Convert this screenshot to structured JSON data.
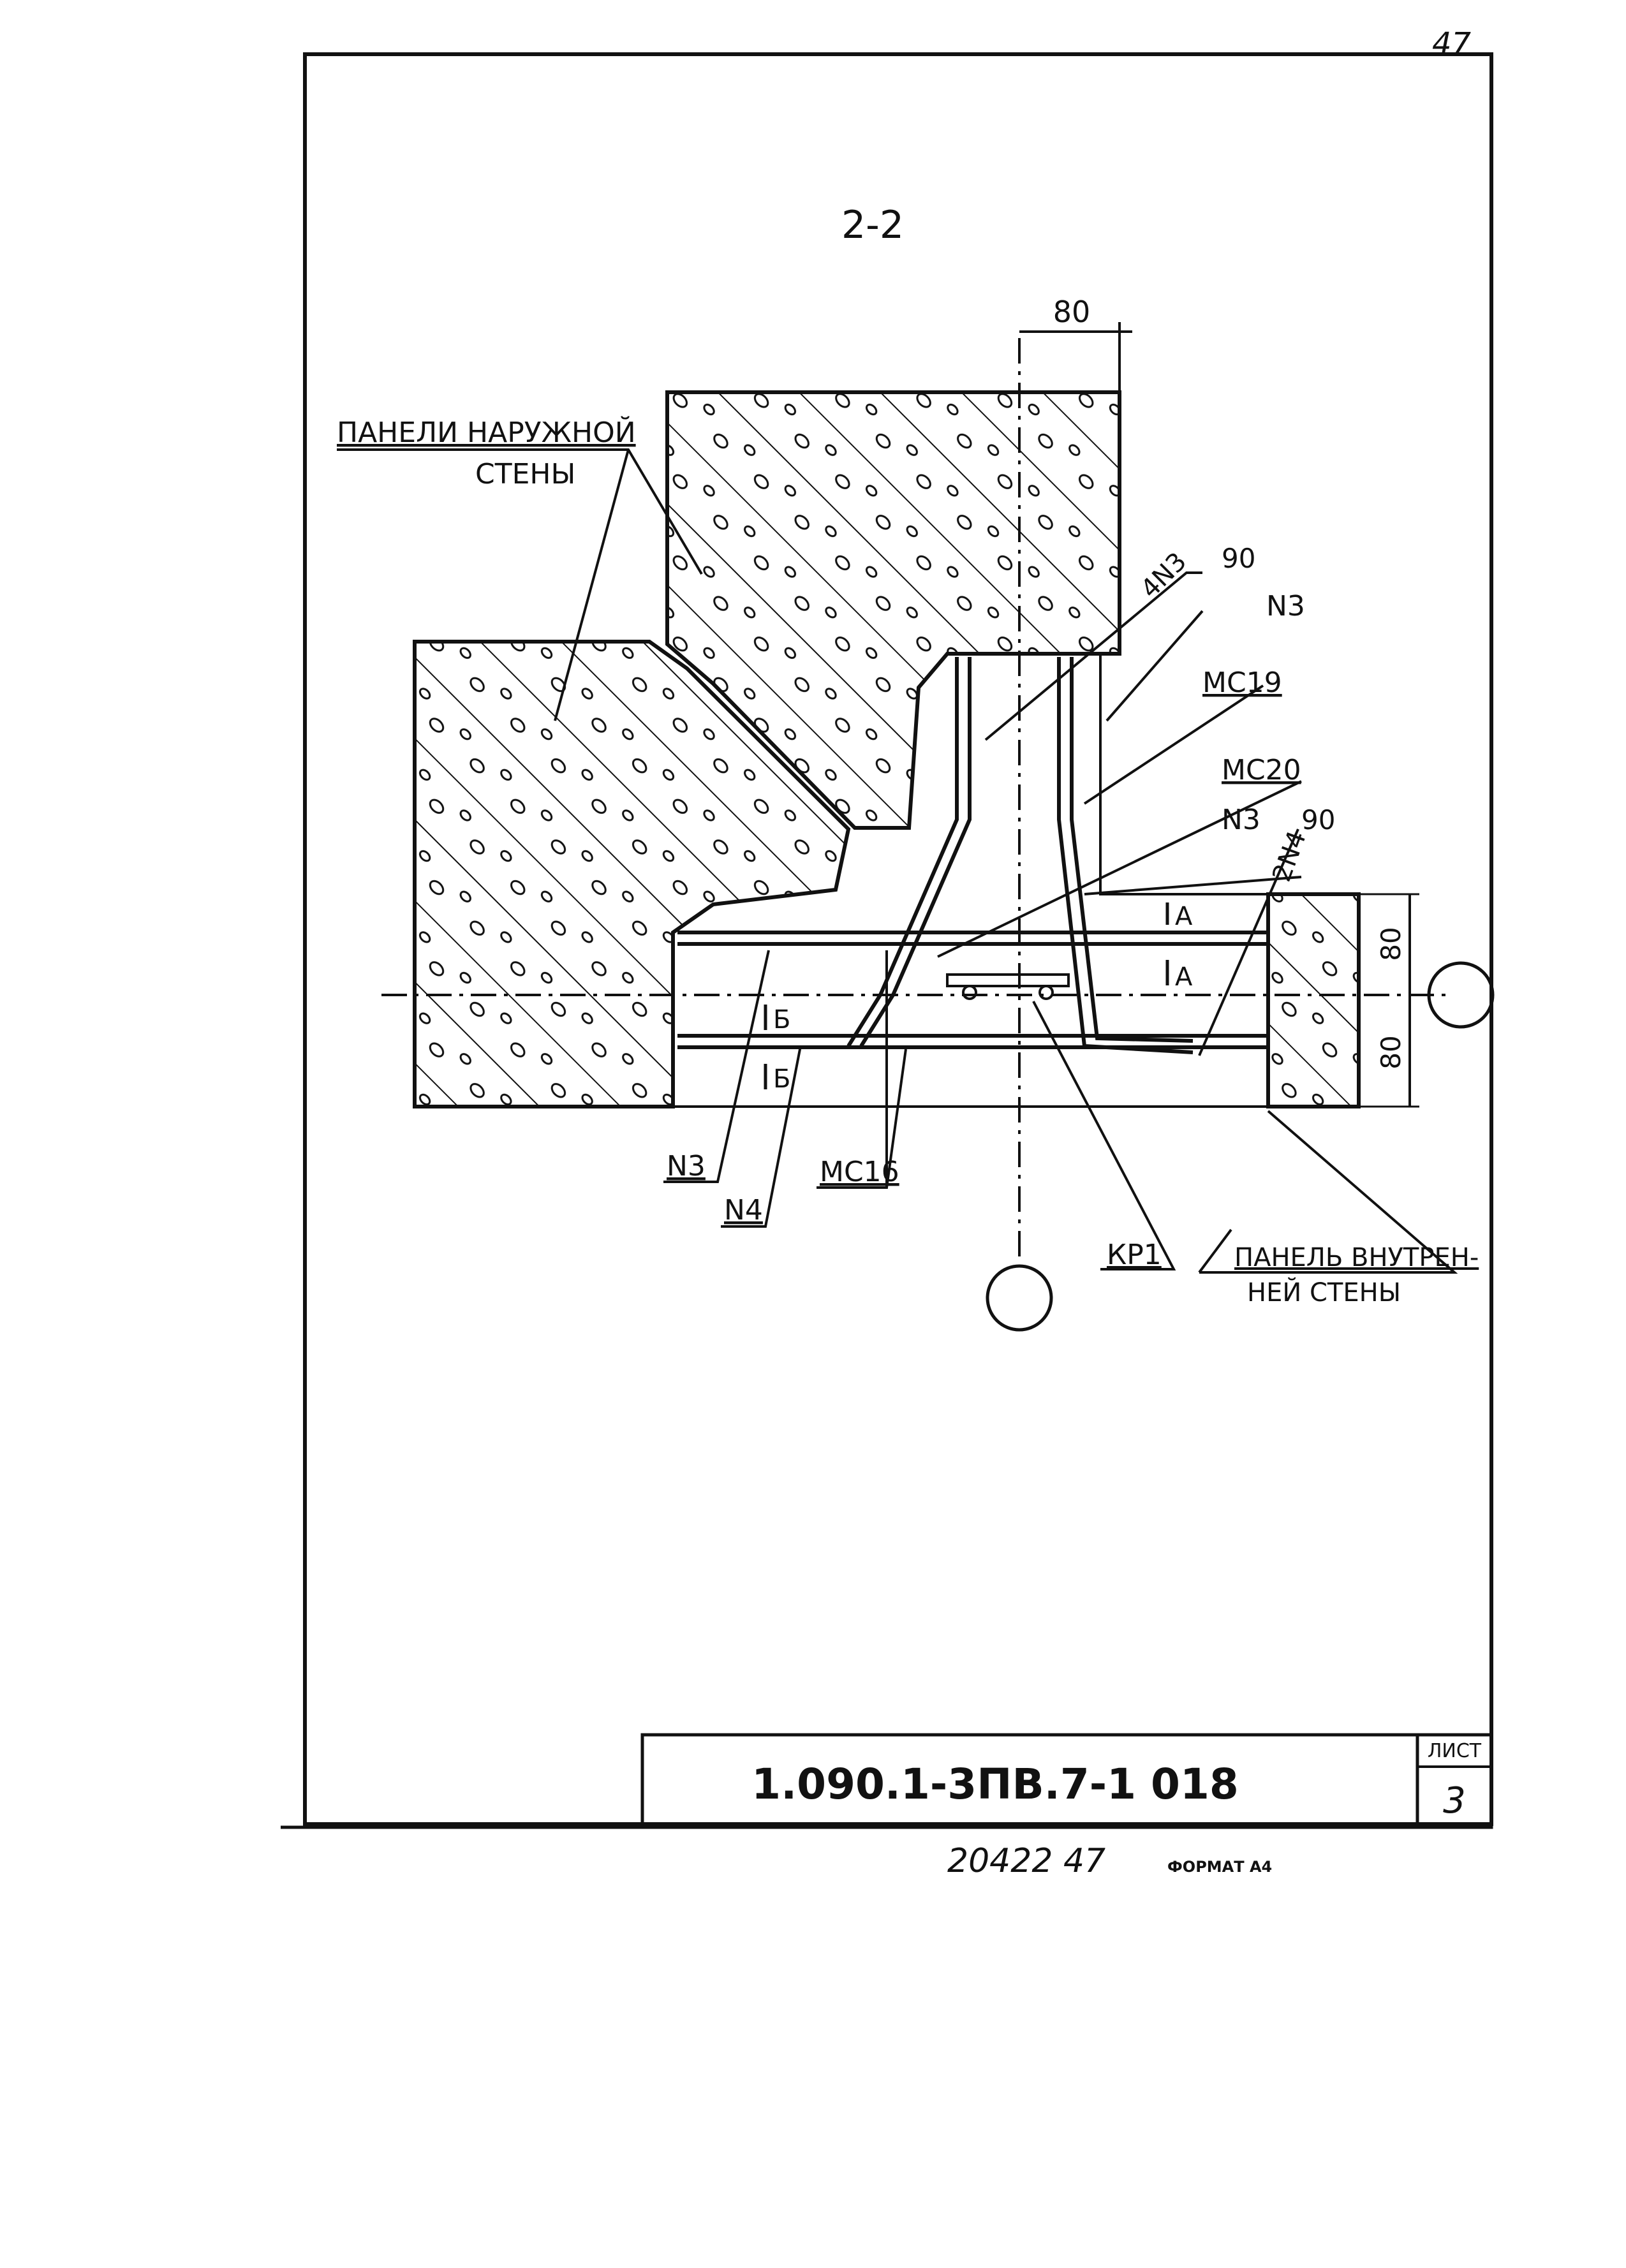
{
  "sheet": {
    "corner_number": "47",
    "section_title": "2-2",
    "code": "1.090.1-3ПВ.7-1    018",
    "sheet_label": "ЛИСТ",
    "sheet_number": "3",
    "archive_number": "20422   47",
    "format_label": "ФОРМАТ А4"
  },
  "labels": {
    "outer_panel_line1": "ПАНЕЛИ НАРУЖНОЙ",
    "outer_panel_line2": "СТЕНЫ",
    "inner_panel_line1": "ПАНЕЛЬ ВНУТРЕН-",
    "inner_panel_line2": "НЕЙ СТЕНЫ",
    "n3_top": "N3",
    "n3_mid": "N3",
    "n3_bottom": "N3",
    "n4_bottom": "N4",
    "n4_diag": "2N4",
    "n3_diag": "4N3",
    "mc19": "МС19",
    "mc20": "МС20",
    "mc16": "МС16",
    "kr1": "КР1",
    "dim_top": "80",
    "dim_right_top": "80",
    "dim_right_bottom": "80",
    "angle_1": "90",
    "angle_2": "90",
    "section_a_top": "А",
    "section_a_bottom": "А",
    "section_b_top": "Б",
    "section_b_bottom": "Б"
  },
  "colors": {
    "ink": "#111111",
    "paper": "#ffffff"
  }
}
